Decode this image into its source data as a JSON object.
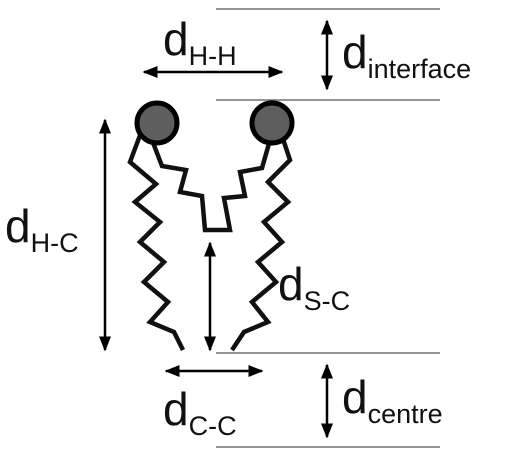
{
  "labels": {
    "d_hh": {
      "main": "d",
      "sub": "H-H"
    },
    "d_interface": {
      "main": "d",
      "sub": "interface"
    },
    "d_hc": {
      "main": "d",
      "sub": "H-C"
    },
    "d_sc": {
      "main": "d",
      "sub": "S-C"
    },
    "d_cc": {
      "main": "d",
      "sub": "C-C"
    },
    "d_centre": {
      "main": "d",
      "sub": "centre"
    }
  },
  "colors": {
    "head_fill": "#5e5e5e",
    "line": "#111111",
    "reference_line": "#555555"
  }
}
